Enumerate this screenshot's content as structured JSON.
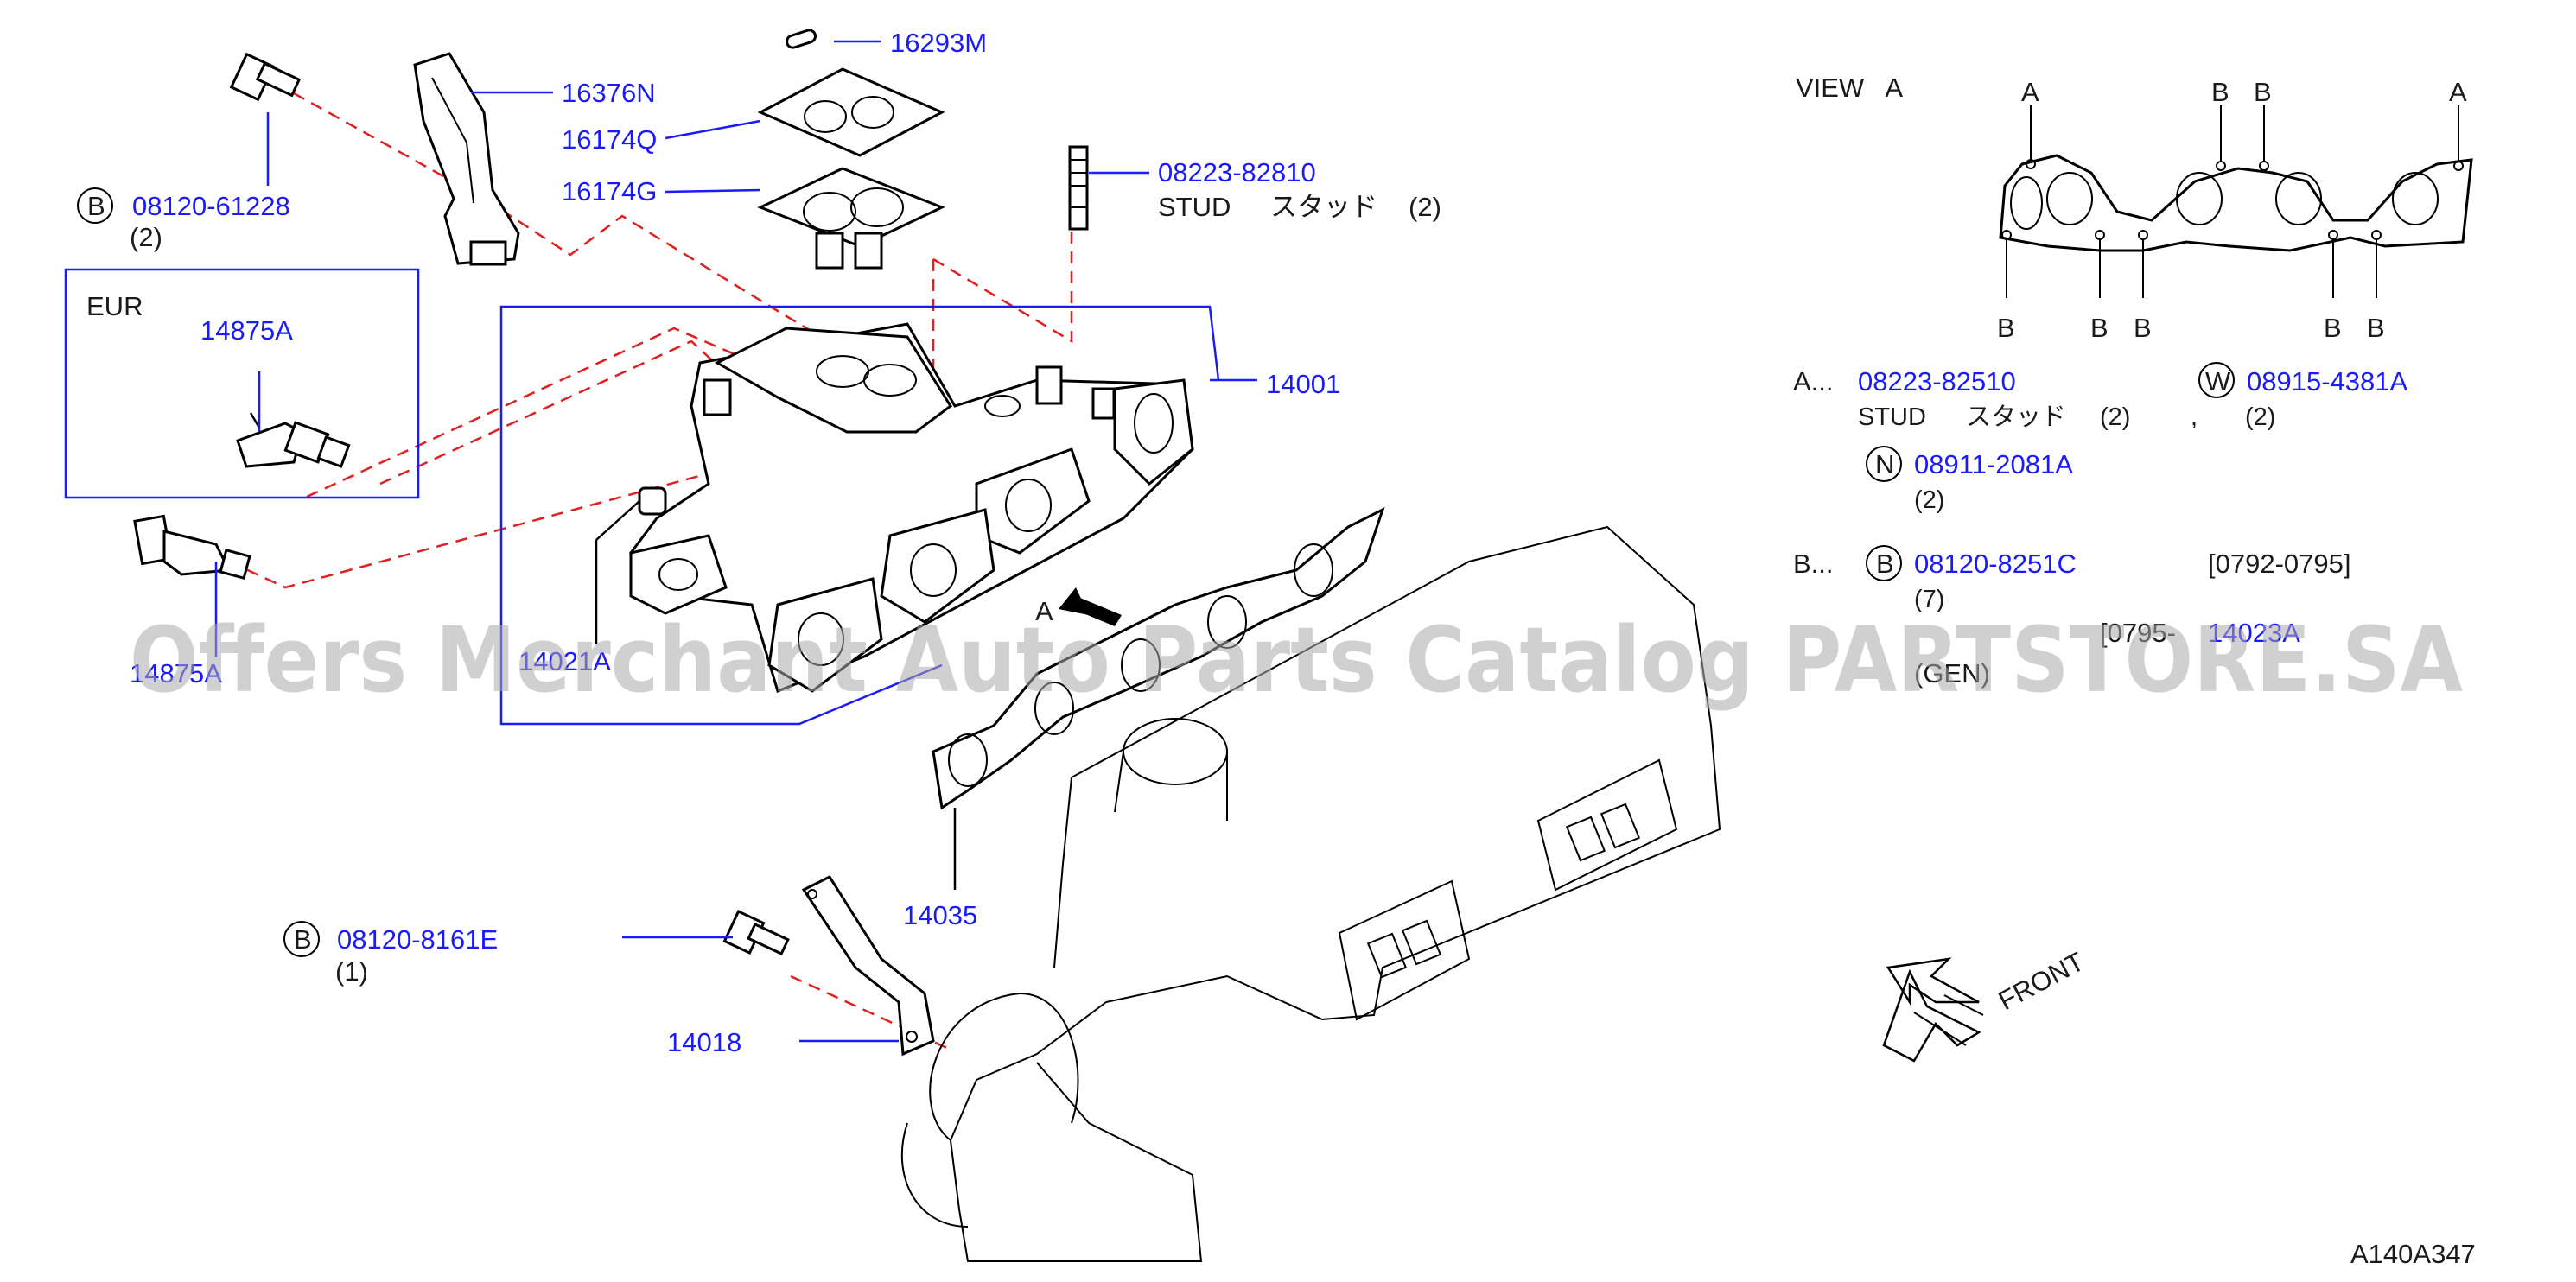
{
  "parts": {
    "p16293M": "16293M",
    "p16376N": "16376N",
    "p16174Q": "16174Q",
    "p16174G": "16174G",
    "p08120_61228": "08120-61228",
    "p08120_61228_qty": "(2)",
    "p08223_82810": "08223-82810",
    "stud_label": "STUD",
    "stud_jp": "スタッド",
    "stud_qty": "(2)",
    "eur_label": "EUR",
    "p14875A_eur": "14875A",
    "p14001": "14001",
    "p14875A_partial": "14875A",
    "p14021A_partial": "14021A",
    "p14035": "14035",
    "p08120_8161E": "08120-8161E",
    "p08120_8161E_qty": "(1)",
    "p14018": "14018",
    "view_a_arrow": "A"
  },
  "view_a": {
    "title": "VIEW   A",
    "marker_a": "A",
    "marker_b": "B"
  },
  "legend": {
    "a_prefix": "A...",
    "a_part": "08223-82510",
    "a_stud": "STUD",
    "a_jp": "スタッド",
    "a_qty": "(2)",
    "w_part": "08915-4381A",
    "w_comma": ",",
    "w_qty": "(2)",
    "n_part": "08911-2081A",
    "n_qty": "(2)",
    "b_prefix": "B...",
    "b_part": "08120-8251C",
    "b_range": "[0792-0795]",
    "b_qty": "(7)",
    "b2_range": "[0795-",
    "b2_part": "14023A",
    "b2_note": "(GEN)"
  },
  "circles": {
    "b": "B",
    "w": "W",
    "n": "N"
  },
  "front_label": "FRONT",
  "diagram_code": "A140A347",
  "watermark": "Offers Merchant Auto Parts Catalog PARTSTORE.SA"
}
